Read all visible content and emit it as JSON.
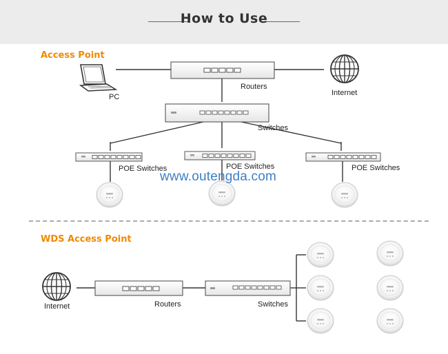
{
  "header": {
    "title": "How to Use"
  },
  "sections": {
    "access_point": {
      "title": "Access Point",
      "labels": {
        "pc": "PC",
        "routers": "Routers",
        "internet": "Internet",
        "switches": "Switches",
        "poe_left": "POE Switches",
        "poe_center": "POE Switches",
        "poe_right": "POE Switches"
      }
    },
    "wds": {
      "title": "WDS Access Point",
      "labels": {
        "internet": "Internet",
        "routers": "Routers",
        "switches": "Switches"
      }
    }
  },
  "watermark": "www.outengda.com",
  "colors": {
    "accent": "#f08a00",
    "watermark": "#3e7fc4",
    "line": "#333333",
    "header_bg": "#ececec"
  }
}
